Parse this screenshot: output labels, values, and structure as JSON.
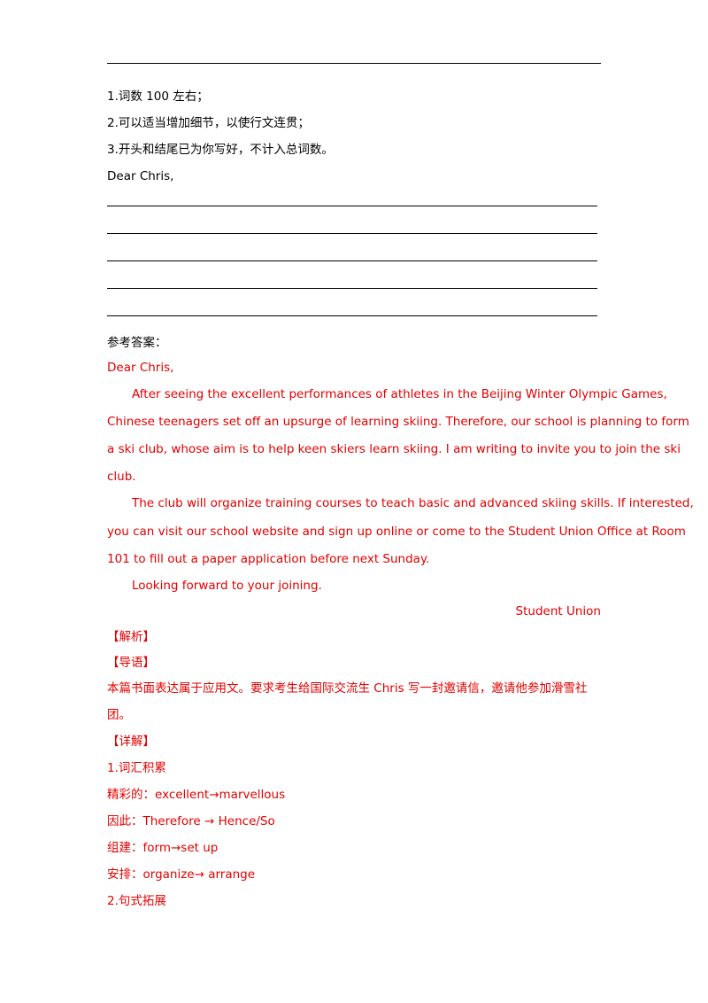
{
  "requirements": [
    "1.词数 100 左右；",
    "2.可以适当增加细节，以使行文连贯；",
    "3.开头和结尾已为你写好，不计入总词数。"
  ],
  "salutation": "Dear Chris,",
  "answer_label": "参考答案：",
  "answer": {
    "salutation": "Dear Chris,",
    "p1": [
      "After seeing the excellent performances of athletes in the Beijing Winter Olympic Games,",
      "Chinese teenagers set off an upsurge of learning skiing. Therefore, our school is planning to form",
      "a ski club, whose aim is to help keen skiers learn skiing. I am writing to invite you to join the ski",
      "club."
    ],
    "p2": [
      "The club will organize training courses to teach basic and advanced skiing skills. If interested,",
      "you can visit our school website and sign up online or come to the Student Union Office at Room",
      "101 to fill out a paper application before next Sunday."
    ],
    "p3": "Looking forward to your joining.",
    "signature": "Student Union"
  },
  "analysis": {
    "jiexi": "【解析】",
    "daoyu": "【导语】",
    "intro": [
      "本篇书面表达属于应用文。要求考生给国际交流生 Chris 写一封邀请信，邀请他参加滑雪社",
      "团。"
    ],
    "xiangjie": "【详解】",
    "vocab_title": "1.词汇积累",
    "vocab": [
      "精彩的：excellent→marvellous",
      "因此：Therefore → Hence/So",
      "组建：form→set up",
      "安排：organize→ arrange"
    ],
    "sentence_title": "2.句式拓展"
  }
}
